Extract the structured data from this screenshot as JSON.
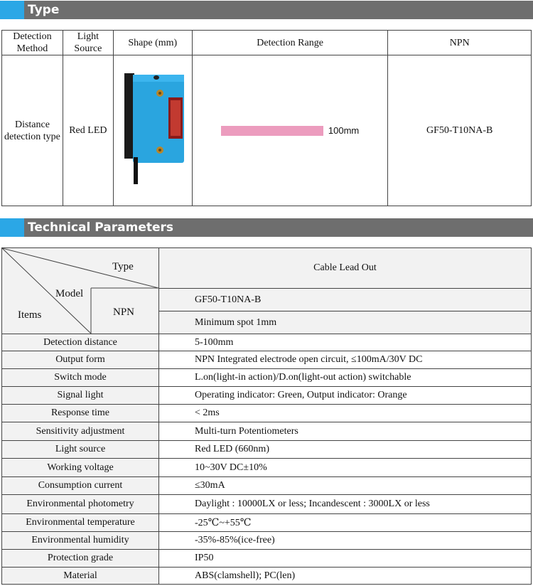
{
  "sections": {
    "type_title": "Type",
    "tech_title": "Technical Parameters"
  },
  "type_table": {
    "headers": {
      "detection_method": "Detection Method",
      "light_source": "Light Source",
      "shape": "Shape (mm)",
      "detection_range": "Detection Range",
      "npn": "NPN"
    },
    "row": {
      "detection_method": "Distance detection type",
      "light_source": "Red LED",
      "range_label": "100mm",
      "npn_model": "GF50-T10NA-B"
    },
    "colors": {
      "range_bar": "#ec9cbe",
      "sensor_body": "#2aa5df",
      "accent": "#2ba7e6"
    }
  },
  "tech_table": {
    "corner": {
      "type": "Type",
      "model": "Model",
      "items": "Items"
    },
    "type_value": "Cable Lead Out",
    "npn_label": "NPN",
    "model_value": "GF50-T10NA-B",
    "spot": "Minimum spot 1mm",
    "rows": [
      {
        "label": "Detection distance",
        "value": "5-100mm"
      },
      {
        "label": "Output form",
        "value": "NPN Integrated electrode open circuit, ≤100mA/30V DC"
      },
      {
        "label": "Switch mode",
        "value": "L.on(light-in action)/D.on(light-out action) switchable"
      },
      {
        "label": "Signal light",
        "value": "Operating indicator: Green, Output indicator: Orange"
      },
      {
        "label": "Response time",
        "value": "< 2ms"
      },
      {
        "label": "Sensitivity adjustment",
        "value": "Multi-turn Potentiometers"
      },
      {
        "label": "Light source",
        "value": "Red LED (660nm)"
      },
      {
        "label": "Working voltage",
        "value": "10~30V DC±10%"
      },
      {
        "label": "Consumption current",
        "value": "≤30mA"
      },
      {
        "label": "Environmental photometry",
        "value": "Daylight : 10000LX or less;  Incandescent : 3000LX or less"
      },
      {
        "label": "Environmental temperature",
        "value": "-25℃~+55℃"
      },
      {
        "label": "Environmental humidity",
        "value": "-35%-85%(ice-free)"
      },
      {
        "label": "Protection grade",
        "value": "IP50"
      },
      {
        "label": "Material",
        "value": "ABS(clamshell); PC(len)"
      }
    ]
  }
}
